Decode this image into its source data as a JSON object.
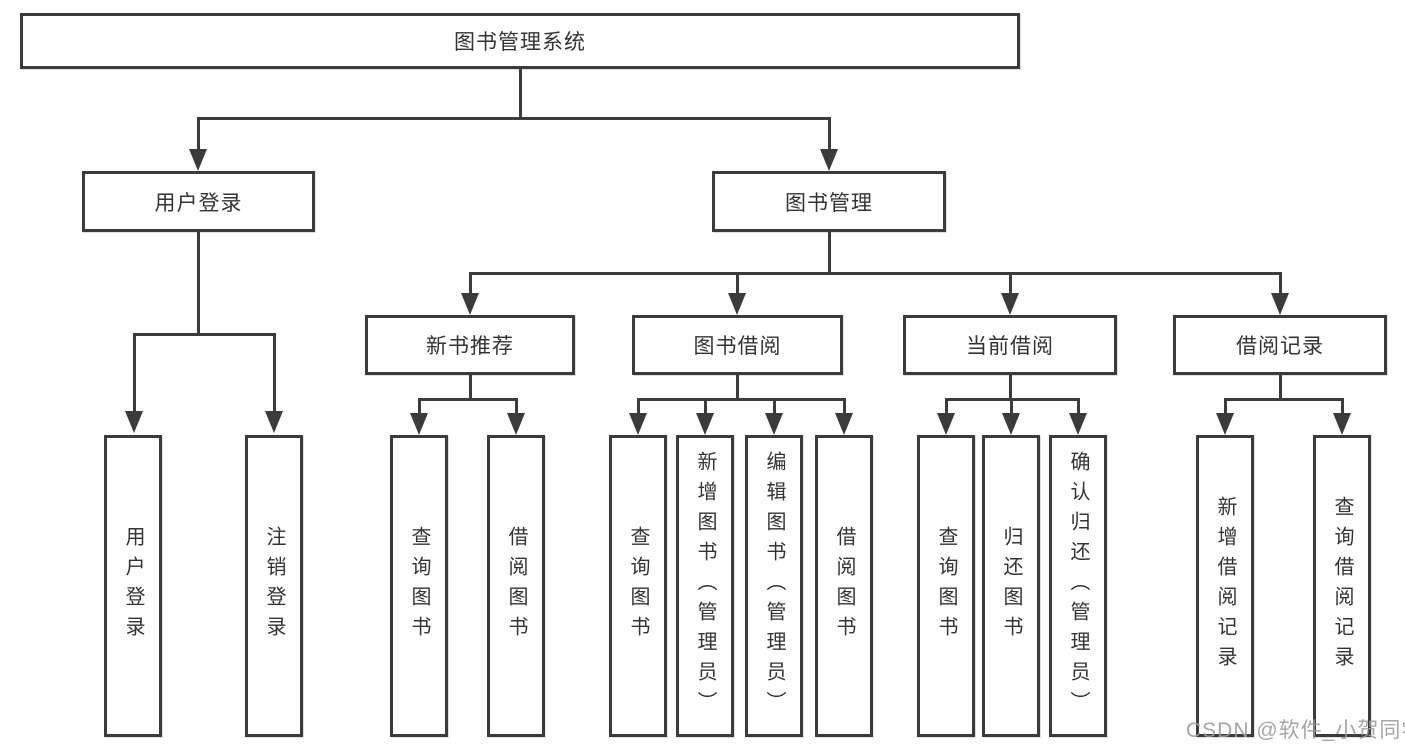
{
  "diagram": {
    "root": {
      "label": "图书管理系统",
      "children": [
        {
          "label": "用户登录",
          "children": [
            {
              "label": "用户登录"
            },
            {
              "label": "注销登录"
            }
          ]
        },
        {
          "label": "图书管理",
          "children": [
            {
              "label": "新书推荐",
              "children": [
                {
                  "label": "查询图书"
                },
                {
                  "label": "借阅图书"
                }
              ]
            },
            {
              "label": "图书借阅",
              "children": [
                {
                  "label": "查询图书"
                },
                {
                  "label": "新增图书（管理员）"
                },
                {
                  "label": "编辑图书（管理员）"
                },
                {
                  "label": "借阅图书"
                }
              ]
            },
            {
              "label": "当前借阅",
              "children": [
                {
                  "label": "查询图书"
                },
                {
                  "label": "归还图书"
                },
                {
                  "label": "确认归还（管理员）"
                }
              ]
            },
            {
              "label": "借阅记录",
              "children": [
                {
                  "label": "新增借阅记录"
                },
                {
                  "label": "查询借阅记录"
                }
              ]
            }
          ]
        }
      ]
    }
  },
  "watermark": {
    "text": "CSDN @软件_小贺同学"
  },
  "colors": {
    "line": "#3b3b3b",
    "text": "#333333",
    "watermark": "#9c9c9c",
    "background": "#ffffff"
  }
}
